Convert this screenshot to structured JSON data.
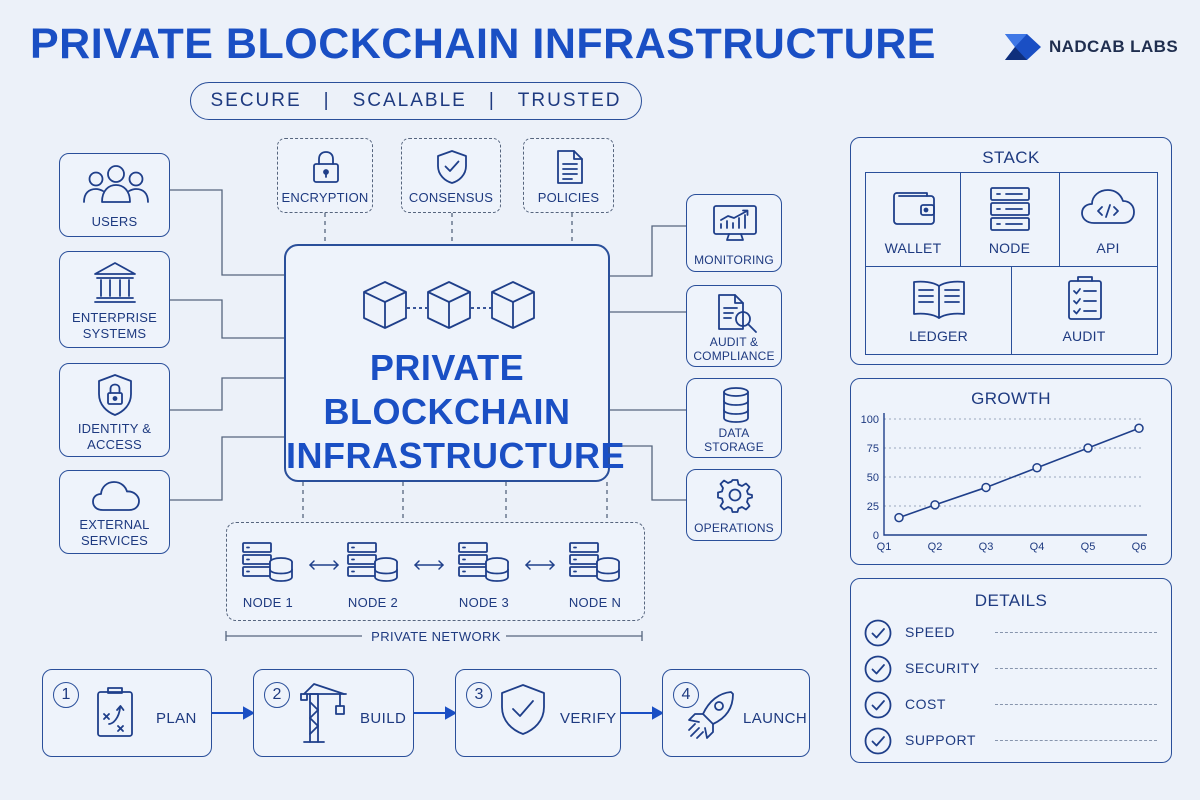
{
  "header": {
    "title": "PRIVATE BLOCKCHAIN INFRASTRUCTURE",
    "tagline": [
      "SECURE",
      "SCALABLE",
      "TRUSTED"
    ],
    "brand": "NADCAB LABS"
  },
  "left_blocks": [
    {
      "label": "USERS",
      "icon": "users-icon"
    },
    {
      "label": "ENTERPRISE\nSYSTEMS",
      "icon": "bank-icon"
    },
    {
      "label": "IDENTITY &\nACCESS",
      "icon": "shield-lock-icon"
    },
    {
      "label": "EXTERNAL\nSERVICES",
      "icon": "cloud-icon"
    }
  ],
  "top_blocks": [
    {
      "label": "ENCRYPTION",
      "icon": "lock-icon"
    },
    {
      "label": "CONSENSUS",
      "icon": "shield-check-icon"
    },
    {
      "label": "POLICIES",
      "icon": "document-icon"
    }
  ],
  "right_blocks": [
    {
      "label": "MONITORING",
      "icon": "monitor-chart-icon"
    },
    {
      "label": "AUDIT &\nCOMPLIANCE",
      "icon": "document-search-icon"
    },
    {
      "label": "DATA\nSTORAGE",
      "icon": "database-icon"
    },
    {
      "label": "OPERATIONS",
      "icon": "gear-icon"
    }
  ],
  "center": {
    "title": "PRIVATE\nBLOCKCHAIN\nINFRASTRUCTURE",
    "icon": "linked-blocks-icon"
  },
  "network": {
    "nodes": [
      "NODE 1",
      "NODE 2",
      "NODE 3",
      "NODE N"
    ],
    "label": "PRIVATE NETWORK"
  },
  "steps": [
    {
      "number": "1",
      "label": "PLAN",
      "icon": "clipboard-plan-icon"
    },
    {
      "number": "2",
      "label": "BUILD",
      "icon": "crane-icon"
    },
    {
      "number": "3",
      "label": "VERIFY",
      "icon": "shield-check-icon"
    },
    {
      "number": "4",
      "label": "LAUNCH",
      "icon": "rocket-icon"
    }
  ],
  "stack": {
    "title": "STACK",
    "items": [
      {
        "label": "WALLET",
        "icon": "wallet-icon"
      },
      {
        "label": "NODE",
        "icon": "server-icon"
      },
      {
        "label": "API",
        "icon": "cloud-code-icon"
      },
      {
        "label": "LEDGER",
        "icon": "book-icon"
      },
      {
        "label": "AUDIT",
        "icon": "checklist-icon"
      }
    ]
  },
  "growth": {
    "title": "GROWTH"
  },
  "details": {
    "title": "DETAILS",
    "items": [
      "SPEED",
      "SECURITY",
      "COST",
      "SUPPORT"
    ]
  },
  "colors": {
    "accent": "#1a4fc4",
    "line": "#2a4f9a",
    "background": "#ecf1f9"
  },
  "chart_data": {
    "type": "line",
    "title": "GROWTH",
    "categories": [
      "Q1",
      "Q2",
      "Q3",
      "Q4",
      "Q5",
      "Q6"
    ],
    "values": [
      15,
      26,
      41,
      58,
      75,
      92
    ],
    "ylim": [
      0,
      100
    ],
    "yticks": [
      0,
      25,
      50,
      75,
      100
    ],
    "grid": "horizontal-dotted",
    "xlabel": "",
    "ylabel": ""
  }
}
